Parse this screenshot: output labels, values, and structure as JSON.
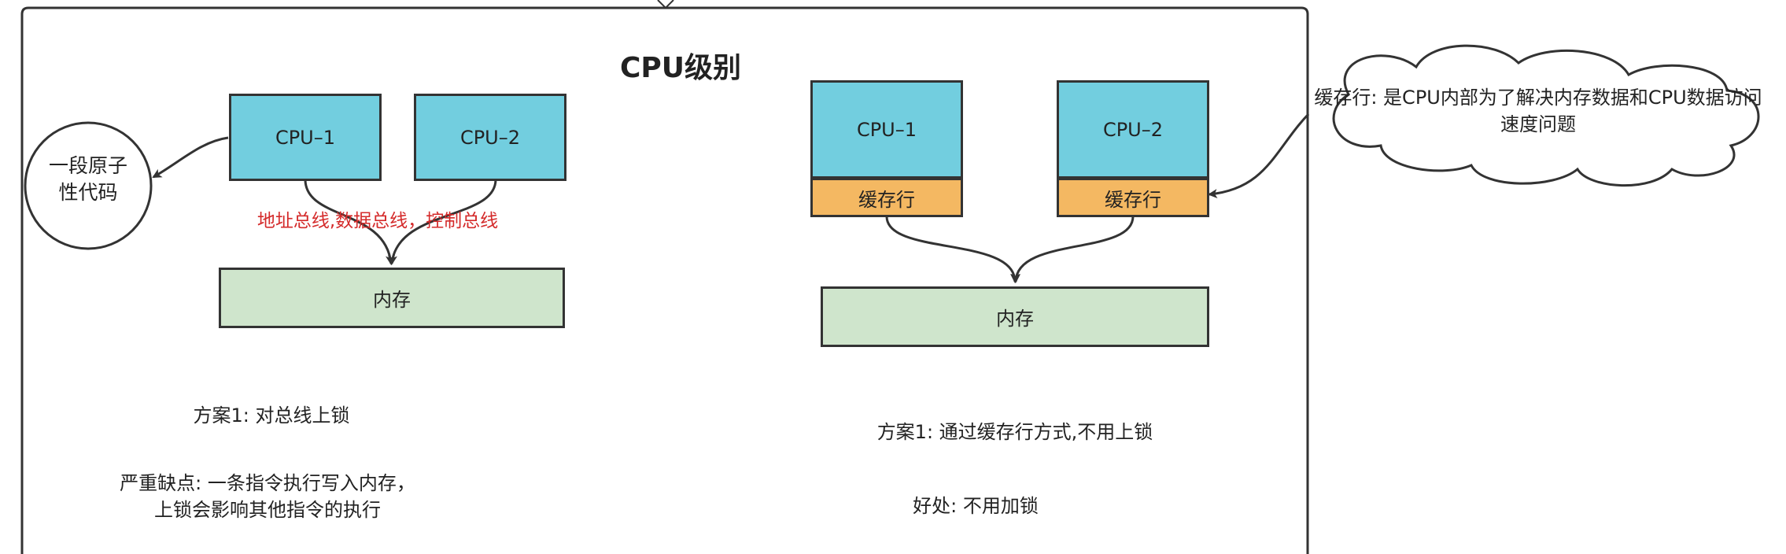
{
  "title": "CPU级别",
  "atomic_code": "一段原子性代码",
  "left": {
    "cpu1": "CPU–1",
    "cpu2": "CPU–2",
    "bus_label": "地址总线,数据总线，控制总线",
    "memory": "内存",
    "plan": "方案1: 对总线上锁",
    "drawback": "严重缺点: 一条指令执行写入内存，上锁会影响其他指令的执行"
  },
  "right": {
    "cpu1": "CPU–1",
    "cpu2": "CPU–2",
    "cache1": "缓存行",
    "cache2": "缓存行",
    "memory": "内存",
    "plan": "方案1: 通过缓存行方式,不用上锁",
    "benefit": "好处: 不用加锁"
  },
  "cloud_note": "缓存行: 是CPU内部为了解决内存数据和CPU数据访问速度问题",
  "colors": {
    "cpu": "#72cedf",
    "cache": "#f4b862",
    "memory": "#cfe5cc",
    "bus_label": "#d42a2a",
    "stroke": "#333333"
  }
}
